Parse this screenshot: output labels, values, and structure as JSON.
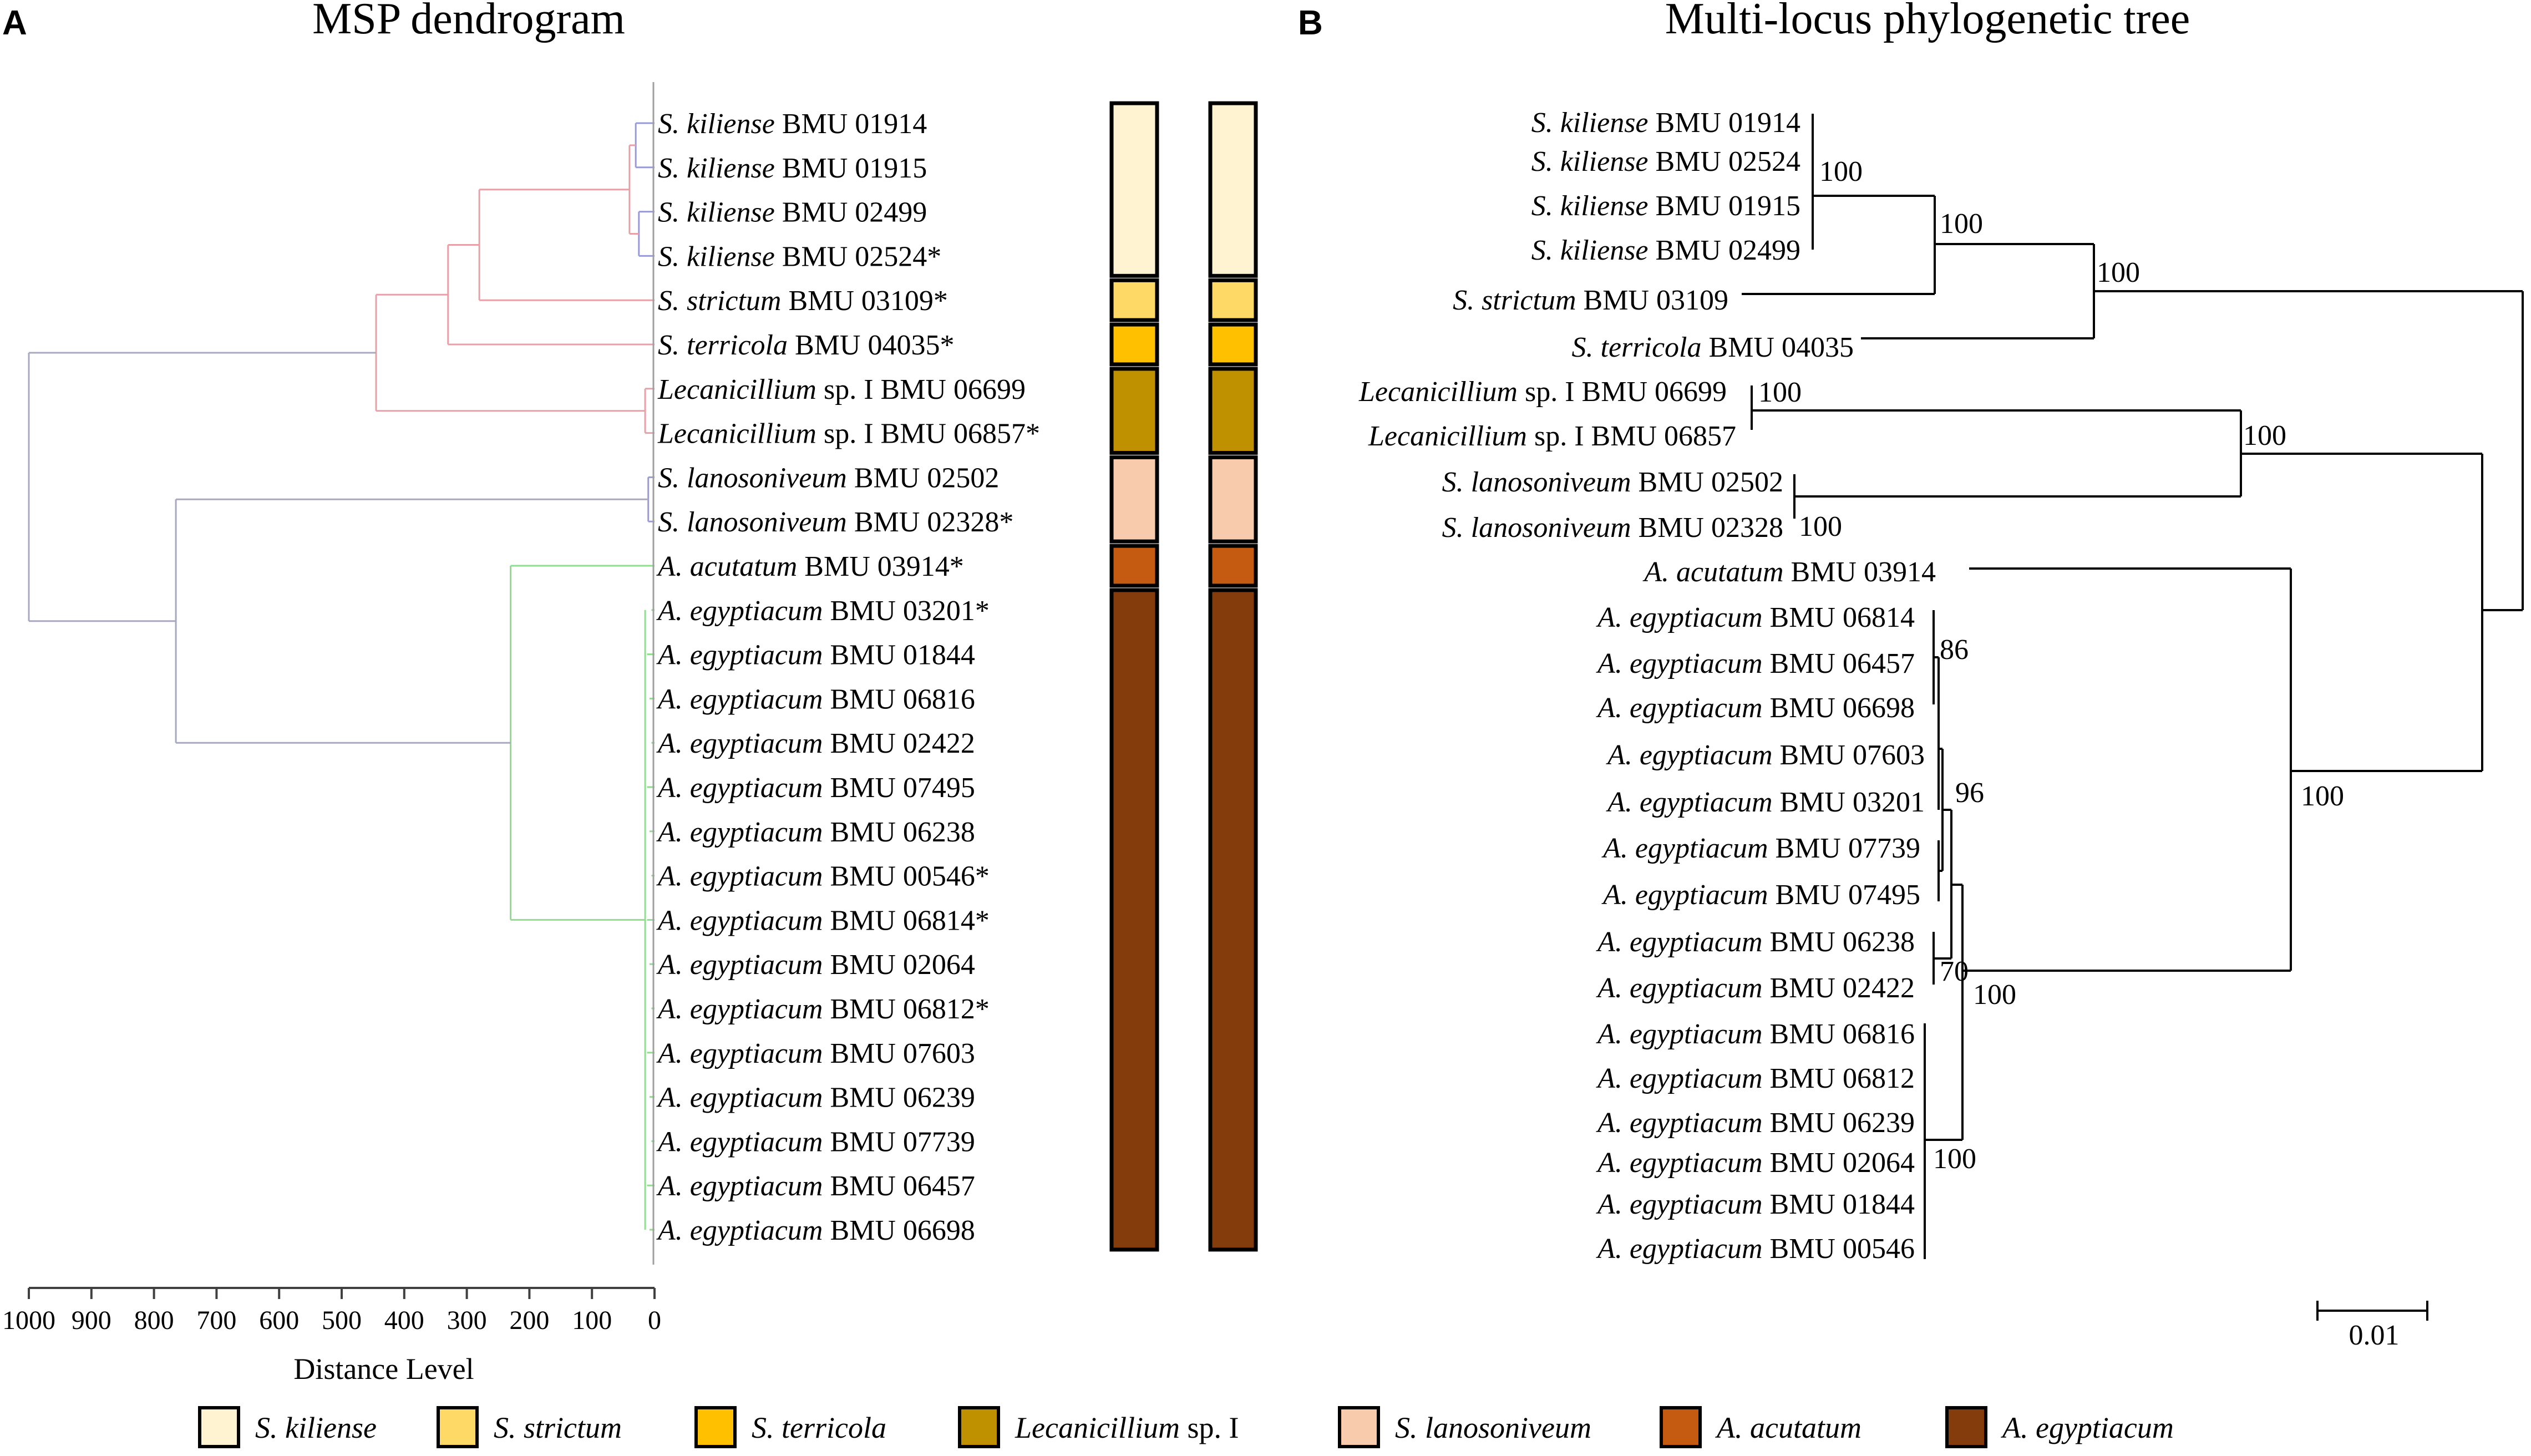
{
  "panel_a": {
    "letter": "A",
    "title": "MSP dendrogram",
    "axis_label": "Distance Level",
    "ticks": [
      "1000",
      "900",
      "800",
      "700",
      "600",
      "500",
      "400",
      "300",
      "200",
      "100",
      "0"
    ],
    "taxa": [
      {
        "genus": "S. kiliense",
        "rest": " BMU 01914",
        "bar": "kiliense"
      },
      {
        "genus": "S. kiliense",
        "rest": " BMU 01915",
        "bar": "kiliense"
      },
      {
        "genus": "S. kiliense",
        "rest": " BMU 02499",
        "bar": "kiliense"
      },
      {
        "genus": "S. kiliense",
        "rest": " BMU 02524*",
        "bar": "kiliense"
      },
      {
        "genus": "S. strictum",
        "rest": " BMU 03109*",
        "bar": "strictum"
      },
      {
        "genus": "S. terricola",
        "rest": " BMU 04035*",
        "bar": "terricola"
      },
      {
        "genus": "Lecanicillium",
        "rest": " sp. I BMU 06699",
        "bar": "lecanicillium"
      },
      {
        "genus": "Lecanicillium",
        "rest": " sp. I BMU 06857*",
        "bar": "lecanicillium"
      },
      {
        "genus": "S. lanosoniveum",
        "rest": " BMU 02502",
        "bar": "lanosoniveum"
      },
      {
        "genus": "S. lanosoniveum",
        "rest": " BMU 02328*",
        "bar": "lanosoniveum"
      },
      {
        "genus": "A. acutatum",
        "rest": " BMU 03914*",
        "bar": "acutatum"
      },
      {
        "genus": "A. egyptiacum",
        "rest": " BMU 03201*",
        "bar": "egyptiacum"
      },
      {
        "genus": "A. egyptiacum",
        "rest": " BMU 01844",
        "bar": "egyptiacum"
      },
      {
        "genus": "A. egyptiacum",
        "rest": " BMU 06816",
        "bar": "egyptiacum"
      },
      {
        "genus": "A. egyptiacum",
        "rest": " BMU 02422",
        "bar": "egyptiacum"
      },
      {
        "genus": "A. egyptiacum",
        "rest": " BMU 07495",
        "bar": "egyptiacum"
      },
      {
        "genus": "A. egyptiacum",
        "rest": " BMU 06238",
        "bar": "egyptiacum"
      },
      {
        "genus": "A. egyptiacum",
        "rest": " BMU 00546*",
        "bar": "egyptiacum"
      },
      {
        "genus": "A. egyptiacum",
        "rest": " BMU 06814*",
        "bar": "egyptiacum"
      },
      {
        "genus": "A. egyptiacum",
        "rest": " BMU 02064",
        "bar": "egyptiacum"
      },
      {
        "genus": "A. egyptiacum",
        "rest": " BMU 06812*",
        "bar": "egyptiacum"
      },
      {
        "genus": "A. egyptiacum",
        "rest": " BMU 07603",
        "bar": "egyptiacum"
      },
      {
        "genus": "A. egyptiacum",
        "rest": " BMU 06239",
        "bar": "egyptiacum"
      },
      {
        "genus": "A. egyptiacum",
        "rest": " BMU 07739",
        "bar": "egyptiacum"
      },
      {
        "genus": "A. egyptiacum",
        "rest": " BMU 06457",
        "bar": "egyptiacum"
      },
      {
        "genus": "A. egyptiacum",
        "rest": " BMU 06698",
        "bar": "egyptiacum"
      }
    ],
    "branch_colors": {
      "red": "#e8a0a8",
      "blue": "#9a9ad8",
      "grey": "#a8a8c0",
      "green": "#8ede8e"
    }
  },
  "panel_b": {
    "letter": "B",
    "title": "Multi-locus phylogenetic tree",
    "scale_label": "0.01",
    "taxa": [
      {
        "genus": "S. kiliense",
        "rest": " BMU 01914"
      },
      {
        "genus": "S. kiliense",
        "rest": " BMU 02524"
      },
      {
        "genus": "S. kiliense",
        "rest": " BMU 01915"
      },
      {
        "genus": "S. kiliense",
        "rest": " BMU 02499"
      },
      {
        "genus": "S. strictum",
        "rest": " BMU 03109"
      },
      {
        "genus": "S. terricola",
        "rest": " BMU 04035"
      },
      {
        "genus": "Lecanicillium",
        "rest": " sp. I BMU 06699"
      },
      {
        "genus": "Lecanicillium",
        "rest": " sp. I BMU 06857"
      },
      {
        "genus": "S. lanosoniveum",
        "rest": " BMU 02502"
      },
      {
        "genus": "S. lanosoniveum",
        "rest": " BMU 02328"
      },
      {
        "genus": "A. acutatum",
        "rest": " BMU 03914"
      },
      {
        "genus": "A. egyptiacum",
        "rest": " BMU 06814"
      },
      {
        "genus": "A. egyptiacum",
        "rest": " BMU 06457"
      },
      {
        "genus": "A. egyptiacum",
        "rest": " BMU 06698"
      },
      {
        "genus": "A. egyptiacum",
        "rest": " BMU 07603"
      },
      {
        "genus": "A. egyptiacum",
        "rest": " BMU 03201"
      },
      {
        "genus": "A. egyptiacum",
        "rest": " BMU 07739"
      },
      {
        "genus": "A. egyptiacum",
        "rest": " BMU 07495"
      },
      {
        "genus": "A. egyptiacum",
        "rest": " BMU 06238"
      },
      {
        "genus": "A. egyptiacum",
        "rest": " BMU 02422"
      },
      {
        "genus": "A. egyptiacum",
        "rest": " BMU 06816"
      },
      {
        "genus": "A. egyptiacum",
        "rest": " BMU 06812"
      },
      {
        "genus": "A. egyptiacum",
        "rest": " BMU 06239"
      },
      {
        "genus": "A. egyptiacum",
        "rest": " BMU 02064"
      },
      {
        "genus": "A. egyptiacum",
        "rest": " BMU 01844"
      },
      {
        "genus": "A. egyptiacum",
        "rest": " BMU 00546"
      }
    ],
    "bootstrap": {
      "kiliense": "100",
      "kiliense_strictum": "100",
      "sarocladium": "100",
      "lecanicillium": "100",
      "lanosoniveum": "100",
      "lec_lano": "100",
      "e86": "86",
      "e96": "96",
      "e70": "70",
      "e100a": "100",
      "e100b": "100",
      "acremonium": "100"
    }
  },
  "legend": [
    {
      "key": "kiliense",
      "name": "S. kiliense",
      "suffix": "",
      "color": "#fff3d1"
    },
    {
      "key": "strictum",
      "name": "S. strictum",
      "suffix": "",
      "color": "#ffd966"
    },
    {
      "key": "terricola",
      "name": "S. terricola",
      "suffix": "",
      "color": "#ffc000"
    },
    {
      "key": "lecanicillium",
      "name": "Lecanicillium",
      "suffix": " sp. I",
      "color": "#bf9000"
    },
    {
      "key": "lanosoniveum",
      "name": "S. lanosoniveum",
      "suffix": "",
      "color": "#f8cbad"
    },
    {
      "key": "acutatum",
      "name": "A. acutatum",
      "suffix": "",
      "color": "#c55a11"
    },
    {
      "key": "egyptiacum",
      "name": "A. egyptiacum",
      "suffix": "",
      "color": "#843c0c"
    }
  ]
}
